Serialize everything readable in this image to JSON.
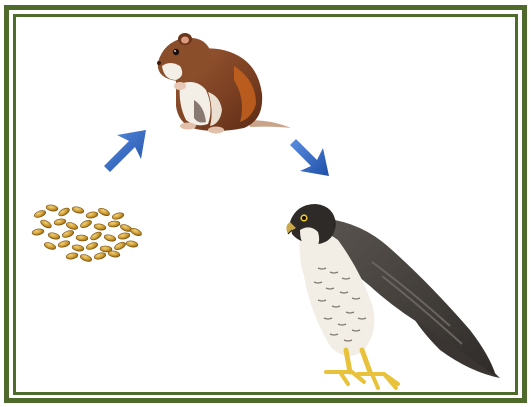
{
  "diagram": {
    "type": "food-chain",
    "nodes": [
      {
        "id": "seeds",
        "icon": "seeds-icon"
      },
      {
        "id": "hamster",
        "icon": "hamster-icon"
      },
      {
        "id": "falcon",
        "icon": "falcon-icon"
      }
    ],
    "edges": [
      {
        "from": "seeds",
        "to": "hamster"
      },
      {
        "from": "hamster",
        "to": "falcon"
      }
    ],
    "colors": {
      "frame": "#4e6b2c",
      "arrow": "#2f68c4",
      "seed": "#c9962c"
    }
  }
}
